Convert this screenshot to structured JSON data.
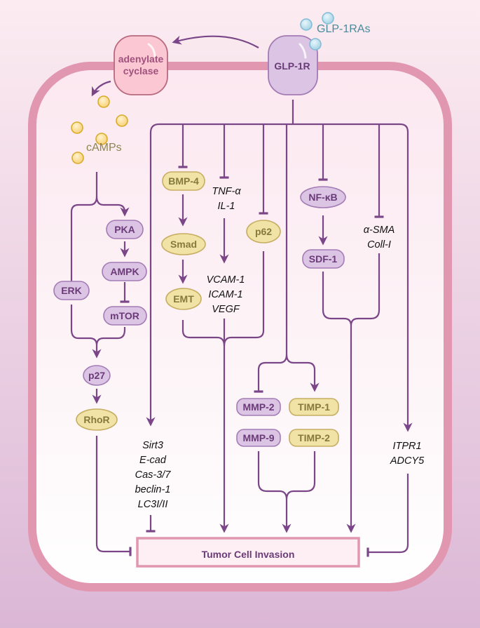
{
  "colors": {
    "bg_top": "#fcecf1",
    "bg_bottom": "#dbb7d6",
    "membrane": "#e297b1",
    "cell_top": "#fce8f0",
    "cell_bottom": "#ffffff",
    "line": "#7a4688",
    "purple_fill": "#dcc5e4",
    "purple_stroke": "#a37bb5",
    "purple_text": "#6b3a78",
    "yellow_fill": "#f1e2a6",
    "yellow_stroke": "#c6ae62",
    "yellow_text": "#857a3b",
    "pink_fill": "#fbc7d3",
    "pink_stroke": "#b8697f",
    "pink_text": "#a0517c",
    "camp_fill": "#fbd98a",
    "camp_stroke": "#d9ab2a",
    "ligand_fill": "#bfe1ef",
    "ligand_stroke": "#7fbcd5",
    "ligand_text": "#4a8a9b",
    "camp_text": "#8c8550",
    "outcome_fill": "#fdeff4",
    "outcome_stroke": "#e297b1",
    "outcome_text": "#6b3a78"
  },
  "receptor": {
    "label": "GLP-1R"
  },
  "ligand": {
    "label": "GLP-1RAs"
  },
  "enzyme": {
    "line1": "adenylate",
    "line2": "cyclase"
  },
  "second_messenger": {
    "label": "cAMPs"
  },
  "nodes": {
    "pka": "PKA",
    "ampk": "AMPK",
    "mtor": "mTOR",
    "erk": "ERK",
    "p27": "p27",
    "rhor": "RhoR",
    "bmp4": "BMP-4",
    "smad": "Smad",
    "emt": "EMT",
    "p62": "p62",
    "nfkb": "NF-κB",
    "sdf1": "SDF-1",
    "mmp2": "MMP-2",
    "mmp9": "MMP-9",
    "timp1": "TIMP-1",
    "timp2": "TIMP-2"
  },
  "gene_groups": {
    "tnf": [
      "TNF-α",
      "IL-1"
    ],
    "vcam": [
      "VCAM-1",
      "ICAM-1",
      "VEGF"
    ],
    "sma": [
      "α-SMA",
      "Coll-I"
    ],
    "sirt": [
      "Sirt3",
      "E-cad",
      "Cas-3/7",
      "beclin-1",
      "LC3I/II"
    ],
    "itpr": [
      "ITPR1",
      "ADCY5"
    ]
  },
  "outcome": {
    "label": "Tumor Cell Invasion"
  }
}
